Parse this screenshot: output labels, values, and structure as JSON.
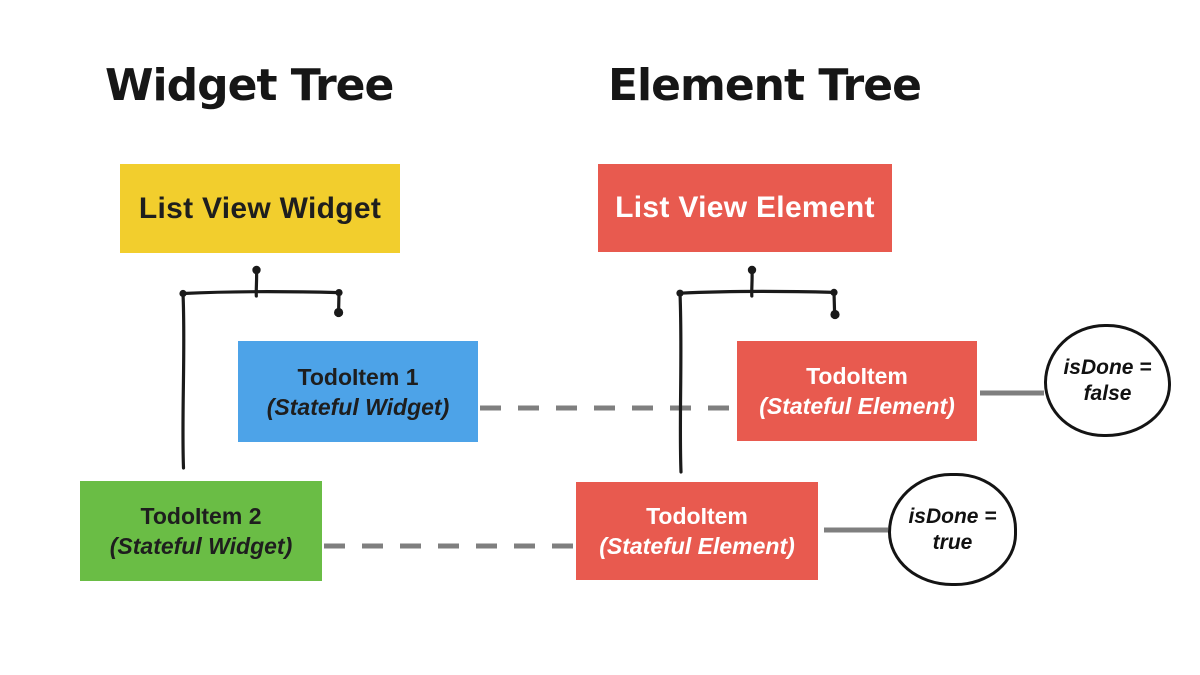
{
  "titles": {
    "widget_tree": "Widget Tree",
    "element_tree": "Element Tree"
  },
  "widget_tree": {
    "root": {
      "label": "List View Widget",
      "color": "#F2CE2D"
    },
    "children": [
      {
        "line1": "TodoItem 1",
        "line2": "(Stateful Widget)",
        "color": "#4DA3E8"
      },
      {
        "line1": "TodoItem 2",
        "line2": "(Stateful Widget)",
        "color": "#6ABD45"
      }
    ]
  },
  "element_tree": {
    "root": {
      "label": "List View Element",
      "color": "#E85A4F"
    },
    "children": [
      {
        "line1": "TodoItem",
        "line2": "(Stateful Element)",
        "color": "#E85A4F"
      },
      {
        "line1": "TodoItem",
        "line2": "(Stateful Element)",
        "color": "#E85A4F"
      }
    ]
  },
  "states": [
    {
      "line1": "isDone =",
      "line2": "false"
    },
    {
      "line1": "isDone =",
      "line2": "true"
    }
  ],
  "colors": {
    "background": "#ffffff",
    "line_black": "#1a1a1a",
    "line_gray": "#7f7f7f"
  }
}
